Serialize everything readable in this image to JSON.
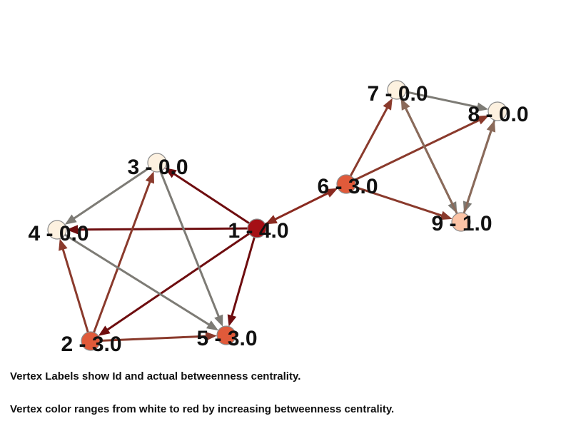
{
  "captions": [
    "Vertex Labels show Id and actual betweenness centrality.",
    "Vertex color ranges from white to red by increasing betweenness centrality."
  ],
  "vertices": [
    {
      "id": "1",
      "label": "1 - 4.0",
      "betweenness": 4.0,
      "color": "#a50f15"
    },
    {
      "id": "2",
      "label": "2 - 3.0",
      "betweenness": 3.0,
      "color": "#e05a3a"
    },
    {
      "id": "3",
      "label": "3 - 0.0",
      "betweenness": 0.0,
      "color": "#fdf1e0"
    },
    {
      "id": "4",
      "label": "4 - 0.0",
      "betweenness": 0.0,
      "color": "#fdf1e0"
    },
    {
      "id": "5",
      "label": "5 - 3.0",
      "betweenness": 3.0,
      "color": "#e05a3a"
    },
    {
      "id": "6",
      "label": "6 - 3.0",
      "betweenness": 3.0,
      "color": "#e05a3a"
    },
    {
      "id": "7",
      "label": "7 - 0.0",
      "betweenness": 0.0,
      "color": "#fdf1e0"
    },
    {
      "id": "8",
      "label": "8 - 0.0",
      "betweenness": 0.0,
      "color": "#fdf1e0"
    },
    {
      "id": "9",
      "label": "9 - 1.0",
      "betweenness": 1.0,
      "color": "#fcc3a5"
    }
  ],
  "edges": [
    {
      "source": "1",
      "target": "3",
      "color": "#6e0d0f",
      "bidirectional": false
    },
    {
      "source": "1",
      "target": "4",
      "color": "#6e0d0f",
      "bidirectional": false
    },
    {
      "source": "1",
      "target": "2",
      "color": "#6e0d0f",
      "bidirectional": false
    },
    {
      "source": "1",
      "target": "5",
      "color": "#6e0d0f",
      "bidirectional": false
    },
    {
      "source": "1",
      "target": "6",
      "color": "#8a2a20",
      "bidirectional": true
    },
    {
      "source": "2",
      "target": "3",
      "color": "#8a3a2c",
      "bidirectional": false
    },
    {
      "source": "2",
      "target": "4",
      "color": "#8a3a2c",
      "bidirectional": false
    },
    {
      "source": "2",
      "target": "5",
      "color": "#8a3a2c",
      "bidirectional": false
    },
    {
      "source": "3",
      "target": "4",
      "color": "#7d7b75",
      "bidirectional": false
    },
    {
      "source": "3",
      "target": "5",
      "color": "#7d7b75",
      "bidirectional": false
    },
    {
      "source": "4",
      "target": "5",
      "color": "#7d7b75",
      "bidirectional": false
    },
    {
      "source": "6",
      "target": "7",
      "color": "#8a3a2c",
      "bidirectional": false
    },
    {
      "source": "6",
      "target": "8",
      "color": "#8a3a2c",
      "bidirectional": false
    },
    {
      "source": "6",
      "target": "9",
      "color": "#8a3a2c",
      "bidirectional": false
    },
    {
      "source": "7",
      "target": "8",
      "color": "#7d7b75",
      "bidirectional": false
    },
    {
      "source": "7",
      "target": "9",
      "color": "#7d7b75",
      "bidirectional": false
    },
    {
      "source": "9",
      "target": "7",
      "color": "#8a6a5a",
      "bidirectional": false
    },
    {
      "source": "8",
      "target": "9",
      "color": "#7d7b75",
      "bidirectional": false
    },
    {
      "source": "9",
      "target": "8",
      "color": "#8a6a5a",
      "bidirectional": false
    }
  ]
}
